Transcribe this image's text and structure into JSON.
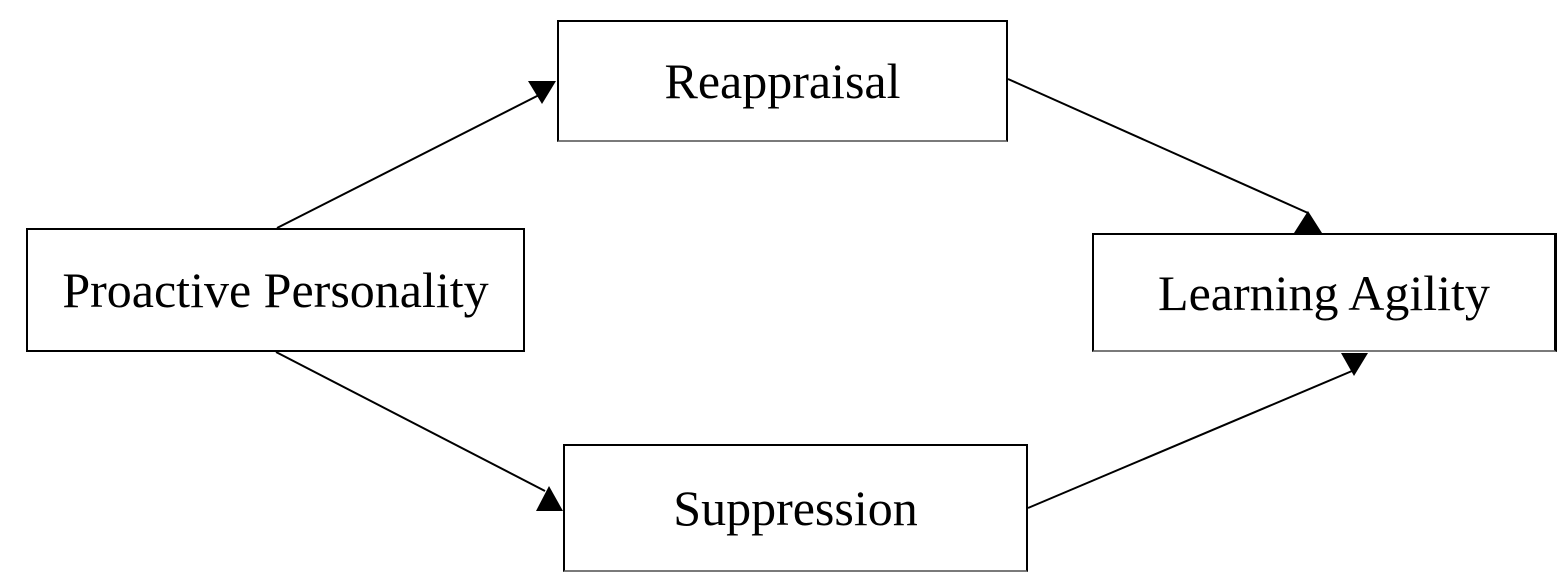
{
  "diagram": {
    "nodes": {
      "proactive": {
        "label": "Proactive Personality"
      },
      "reappraisal": {
        "label": "Reappraisal"
      },
      "suppression": {
        "label": "Suppression"
      },
      "learning": {
        "label": "Learning Agility"
      }
    },
    "edges": [
      {
        "from": "Proactive Personality",
        "to": "Reappraisal"
      },
      {
        "from": "Proactive Personality",
        "to": "Suppression"
      },
      {
        "from": "Reappraisal",
        "to": "Learning Agility"
      },
      {
        "from": "Suppression",
        "to": "Learning Agility"
      }
    ],
    "colors": {
      "background": "#ffffff",
      "box_fill": "#ffffff",
      "box_border": "#000000",
      "box_border_bottom": "#7a7a7a",
      "line": "#000000",
      "arrowhead": "#000000",
      "text": "#000000"
    }
  }
}
